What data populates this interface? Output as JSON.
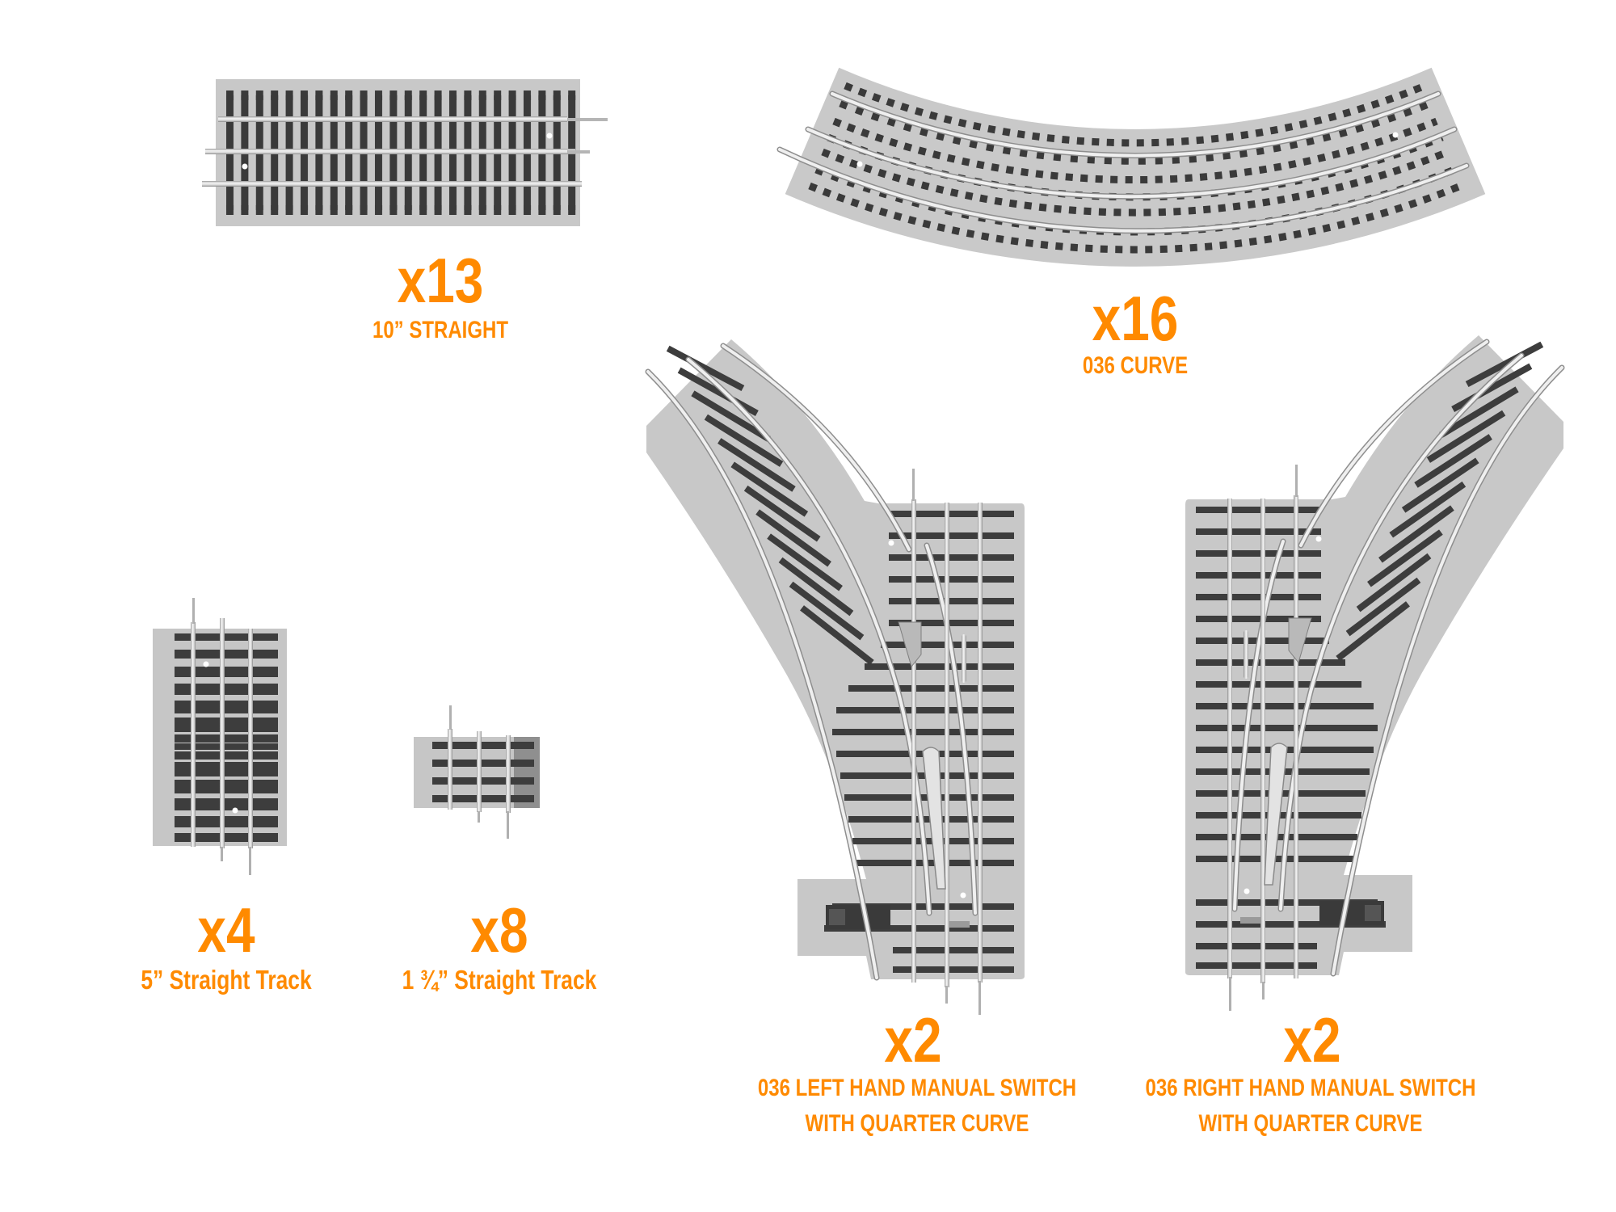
{
  "colors": {
    "accent_orange": "#FF8A00",
    "ballast": "#c9c9c9",
    "ballast_shadow": "#b4b4b4",
    "tie": "#3a3a3a",
    "rail": "#e4e4e4",
    "rail_edge": "#8e8e8e",
    "background": "#ffffff"
  },
  "items": [
    {
      "id": "straight-10",
      "quantity": "x13",
      "name": "10” STRAIGHT"
    },
    {
      "id": "curve-036",
      "quantity": "x16",
      "name": "036 CURVE"
    },
    {
      "id": "straight-5",
      "quantity": "x4",
      "name": "5” Straight Track"
    },
    {
      "id": "straight-1-75",
      "quantity": "x8",
      "name": "1 ¾” Straight Track"
    },
    {
      "id": "switch-left",
      "quantity": "x2",
      "name_line1": "036 LEFT HAND MANUAL SWITCH",
      "name_line2": "WITH QUARTER CURVE"
    },
    {
      "id": "switch-right",
      "quantity": "x2",
      "name_line1": "036 RIGHT HAND MANUAL SWITCH",
      "name_line2": "WITH QUARTER CURVE"
    }
  ]
}
